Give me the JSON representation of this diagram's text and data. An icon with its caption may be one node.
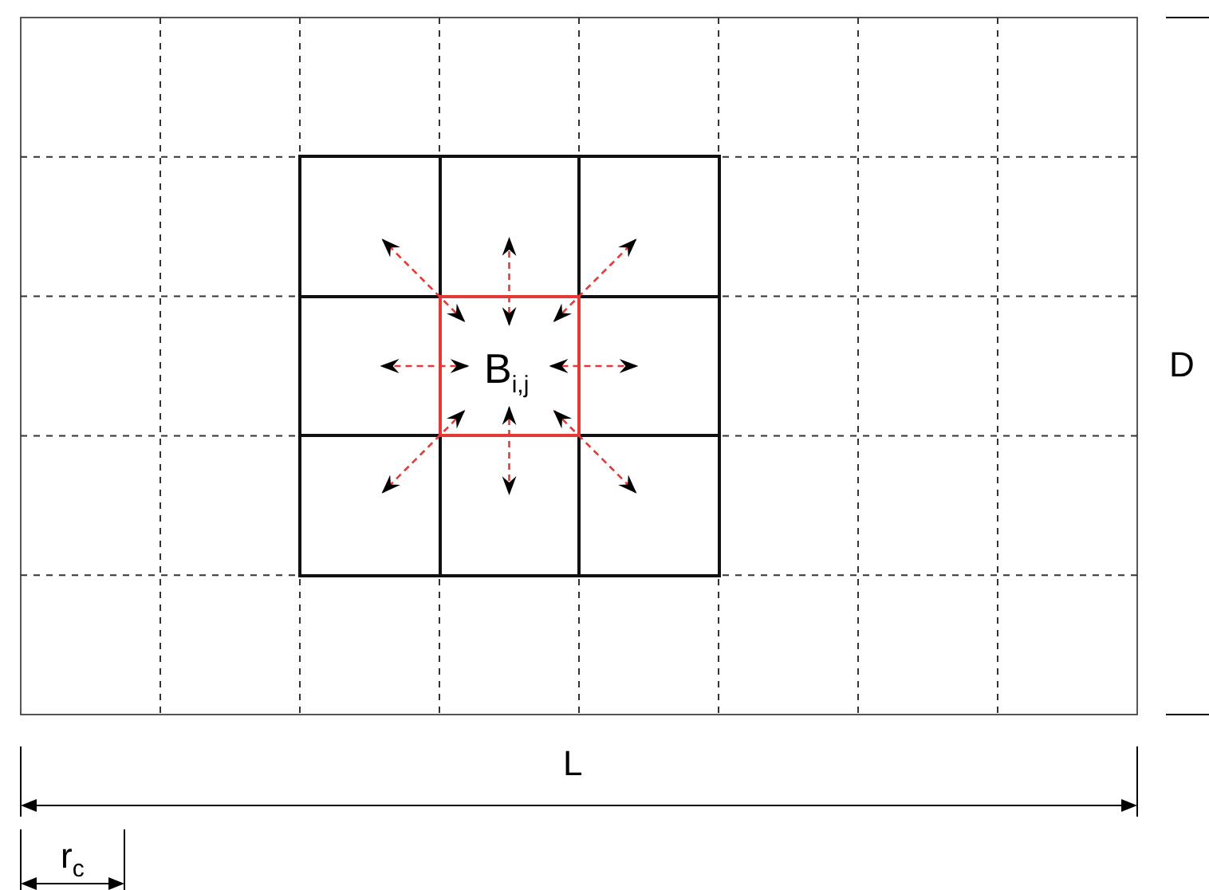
{
  "diagram": {
    "nodes": [
      {
        "text": [],
        "shape": "box"
      },
      {
        "text": [],
        "shape": "box"
      },
      {
        "text": [],
        "shape": "box"
      },
      {
        "text": [],
        "shape": "box"
      },
      {
        "text": [
          "B$_{i,j}$"
        ]
      },
      {
        "text": [],
        "shape": "box"
      },
      {
        "text": [],
        "shape": "box"
      },
      {
        "text": [],
        "shape": "box"
      },
      {
        "text": [],
        "shape": "box"
      }
    ],
    "edges": [
      {
        "from": 4,
        "to": 0,
        "arrow": "both",
        "style": "dashed",
        "color": "#e53935"
      },
      {
        "from": 4,
        "to": 1,
        "arrow": "both",
        "style": "dashed",
        "color": "#e53935"
      },
      {
        "from": 4,
        "to": 2,
        "arrow": "both",
        "style": "dashed",
        "color": "#e53935"
      },
      {
        "from": 4,
        "to": 3,
        "arrow": "both",
        "style": "dashed",
        "color": "#e53935"
      },
      {
        "from": 4,
        "to": 5,
        "arrow": "both",
        "style": "dashed",
        "color": "#e53935"
      },
      {
        "from": 4,
        "to": 6,
        "arrow": "both",
        "style": "dashed",
        "color": "#e53935"
      },
      {
        "from": 4,
        "to": 7,
        "arrow": "both",
        "style": "dashed",
        "color": "#e53935"
      },
      {
        "from": 4,
        "to": 8,
        "arrow": "both",
        "style": "dashed",
        "color": "#e53935"
      }
    ],
    "labels": [
      "D",
      "L",
      "r$_{c}$"
    ]
  }
}
